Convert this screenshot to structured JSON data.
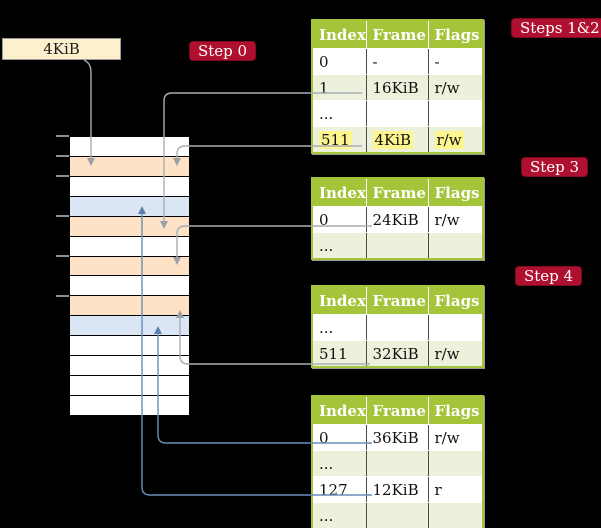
{
  "frame_box": {
    "label": "4KiB"
  },
  "badges": {
    "step0": "Step 0",
    "steps12": "Steps 1&2",
    "step3": "Step 3",
    "step4": "Step 4"
  },
  "tables": [
    {
      "name": "level-4-page-table",
      "headers": [
        "Index",
        "Frame",
        "Flags"
      ],
      "rows": [
        {
          "cells": [
            "0",
            "-",
            "-"
          ]
        },
        {
          "cells": [
            "1",
            "16KiB",
            "r/w"
          ]
        },
        {
          "cells": [
            "...",
            "",
            ""
          ]
        },
        {
          "cells": [
            "511",
            "4KiB",
            "r/w"
          ],
          "highlight": true
        }
      ]
    },
    {
      "name": "level-3-page-table",
      "headers": [
        "Index",
        "Frame",
        "Flags"
      ],
      "rows": [
        {
          "cells": [
            "0",
            "24KiB",
            "r/w"
          ]
        },
        {
          "cells": [
            "...",
            "",
            ""
          ]
        }
      ]
    },
    {
      "name": "level-2-page-table",
      "headers": [
        "Index",
        "Frame",
        "Flags"
      ],
      "rows": [
        {
          "cells": [
            "...",
            "",
            ""
          ]
        },
        {
          "cells": [
            "511",
            "32KiB",
            "r/w"
          ]
        }
      ]
    },
    {
      "name": "level-1-page-table",
      "headers": [
        "Index",
        "Frame",
        "Flags"
      ],
      "rows": [
        {
          "cells": [
            "0",
            "36KiB",
            "r/w"
          ]
        },
        {
          "cells": [
            "...",
            "",
            ""
          ]
        },
        {
          "cells": [
            "127",
            "12KiB",
            "r"
          ]
        },
        {
          "cells": [
            "...",
            "",
            ""
          ]
        }
      ]
    }
  ],
  "memory": {
    "rows": [
      {
        "type": "free"
      },
      {
        "type": "table"
      },
      {
        "type": "free"
      },
      {
        "type": "page"
      },
      {
        "type": "table"
      },
      {
        "type": "free"
      },
      {
        "type": "table"
      },
      {
        "type": "free"
      },
      {
        "type": "table"
      },
      {
        "type": "page"
      },
      {
        "type": "free"
      },
      {
        "type": "free"
      },
      {
        "type": "free"
      },
      {
        "type": "free"
      }
    ]
  },
  "colors": {
    "background": "#000000",
    "table_header_green": "#a4c43a",
    "table_row_shade": "#ebf1da",
    "highlight_yellow": "#fdf58e",
    "badge_crimson": "#b0102f",
    "page_table_frame_orange": "#fde2c6",
    "mapped_page_blue": "#dbe6f5",
    "frame_box_cream": "#fcf0cd",
    "arrow_gray": "#a9adb3",
    "arrow_blue": "#6c8cba"
  }
}
